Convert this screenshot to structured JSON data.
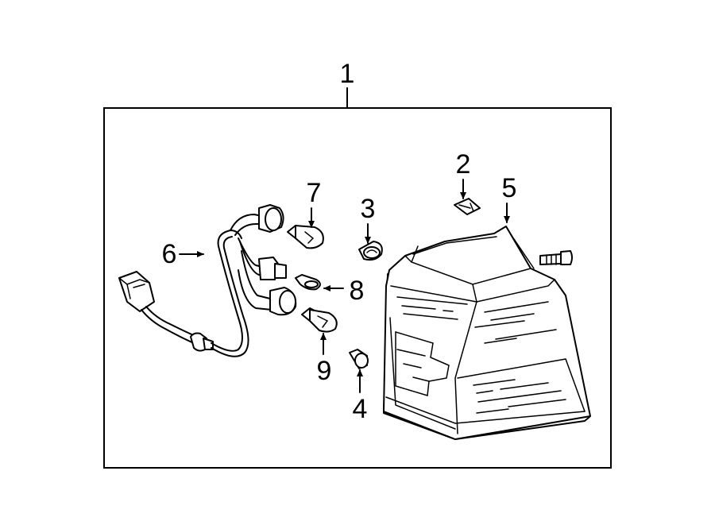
{
  "diagram": {
    "callouts": {
      "c1": "1",
      "c2": "2",
      "c3": "3",
      "c4": "4",
      "c5": "5",
      "c6": "6",
      "c7": "7",
      "c8": "8",
      "c9": "9"
    }
  }
}
